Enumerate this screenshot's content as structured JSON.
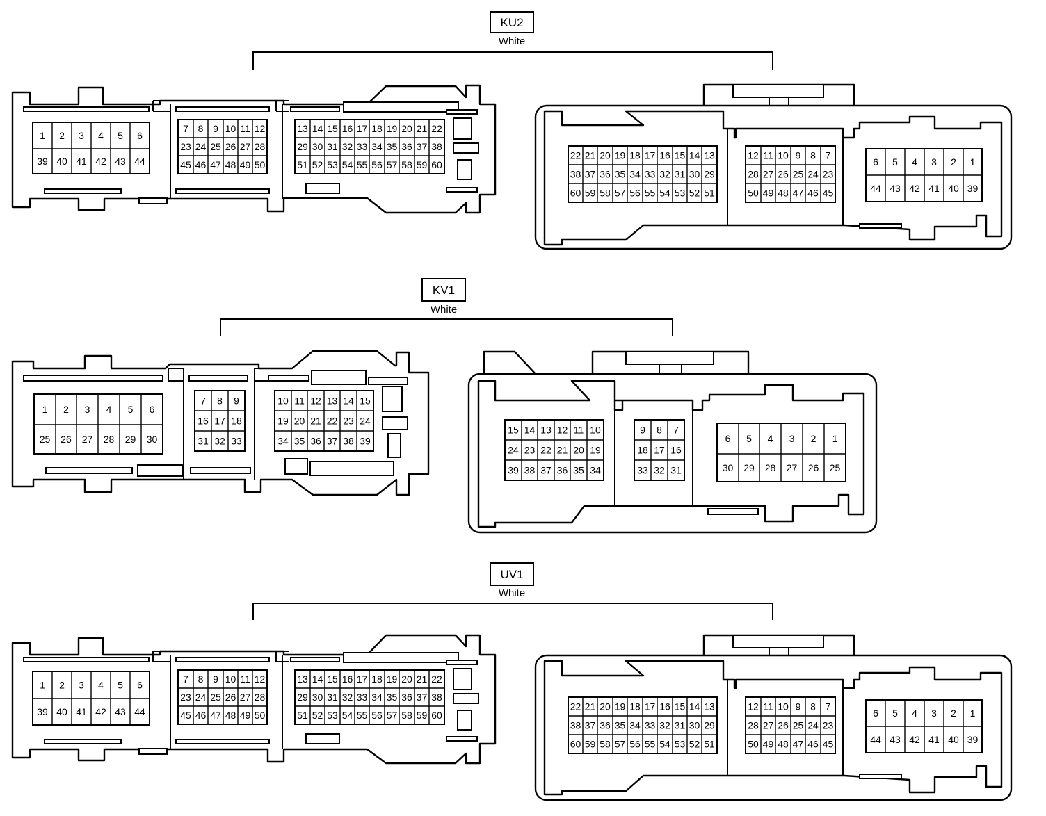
{
  "connectors": [
    {
      "name": "KU2",
      "color_label": "White",
      "male": [
        [
          "1",
          "2",
          "3",
          "4",
          "5",
          "6"
        ],
        [
          "39",
          "40",
          "41",
          "42",
          "43",
          "44"
        ],
        [
          "7",
          "8",
          "9",
          "10",
          "11",
          "12"
        ],
        [
          "23",
          "24",
          "25",
          "26",
          "27",
          "28"
        ],
        [
          "45",
          "46",
          "47",
          "48",
          "49",
          "50"
        ],
        [
          "13",
          "14",
          "15",
          "16",
          "17",
          "18",
          "19",
          "20",
          "21",
          "22"
        ],
        [
          "29",
          "30",
          "31",
          "32",
          "33",
          "34",
          "35",
          "36",
          "37",
          "38"
        ],
        [
          "51",
          "52",
          "53",
          "54",
          "55",
          "56",
          "57",
          "58",
          "59",
          "60"
        ]
      ],
      "female": [
        [
          "22",
          "21",
          "20",
          "19",
          "18",
          "17",
          "16",
          "15",
          "14",
          "13"
        ],
        [
          "38",
          "37",
          "36",
          "35",
          "34",
          "33",
          "32",
          "31",
          "30",
          "29"
        ],
        [
          "60",
          "59",
          "58",
          "57",
          "56",
          "55",
          "54",
          "53",
          "52",
          "51"
        ],
        [
          "12",
          "11",
          "10",
          "9",
          "8",
          "7"
        ],
        [
          "28",
          "27",
          "26",
          "25",
          "24",
          "23"
        ],
        [
          "50",
          "49",
          "48",
          "47",
          "46",
          "45"
        ],
        [
          "6",
          "5",
          "4",
          "3",
          "2",
          "1"
        ],
        [
          "44",
          "43",
          "42",
          "41",
          "40",
          "39"
        ]
      ]
    },
    {
      "name": "KV1",
      "color_label": "White",
      "male": [
        [
          "1",
          "2",
          "3",
          "4",
          "5",
          "6"
        ],
        [
          "25",
          "26",
          "27",
          "28",
          "29",
          "30"
        ],
        [
          "7",
          "8",
          "9"
        ],
        [
          "16",
          "17",
          "18"
        ],
        [
          "31",
          "32",
          "33"
        ],
        [
          "10",
          "11",
          "12",
          "13",
          "14",
          "15"
        ],
        [
          "19",
          "20",
          "21",
          "22",
          "23",
          "24"
        ],
        [
          "34",
          "35",
          "36",
          "37",
          "38",
          "39"
        ]
      ],
      "female": [
        [
          "15",
          "14",
          "13",
          "12",
          "11",
          "10"
        ],
        [
          "24",
          "23",
          "22",
          "21",
          "20",
          "19"
        ],
        [
          "39",
          "38",
          "37",
          "36",
          "35",
          "34"
        ],
        [
          "9",
          "8",
          "7"
        ],
        [
          "18",
          "17",
          "16"
        ],
        [
          "33",
          "32",
          "31"
        ],
        [
          "6",
          "5",
          "4",
          "3",
          "2",
          "1"
        ],
        [
          "30",
          "29",
          "28",
          "27",
          "26",
          "25"
        ]
      ]
    },
    {
      "name": "UV1",
      "color_label": "White",
      "male": [
        [
          "1",
          "2",
          "3",
          "4",
          "5",
          "6"
        ],
        [
          "39",
          "40",
          "41",
          "42",
          "43",
          "44"
        ],
        [
          "7",
          "8",
          "9",
          "10",
          "11",
          "12"
        ],
        [
          "23",
          "24",
          "25",
          "26",
          "27",
          "28"
        ],
        [
          "45",
          "46",
          "47",
          "48",
          "49",
          "50"
        ],
        [
          "13",
          "14",
          "15",
          "16",
          "17",
          "18",
          "19",
          "20",
          "21",
          "22"
        ],
        [
          "29",
          "30",
          "31",
          "32",
          "33",
          "34",
          "35",
          "36",
          "37",
          "38"
        ],
        [
          "51",
          "52",
          "53",
          "54",
          "55",
          "56",
          "57",
          "58",
          "59",
          "60"
        ]
      ],
      "female": [
        [
          "22",
          "21",
          "20",
          "19",
          "18",
          "17",
          "16",
          "15",
          "14",
          "13"
        ],
        [
          "38",
          "37",
          "36",
          "35",
          "34",
          "33",
          "32",
          "31",
          "30",
          "29"
        ],
        [
          "60",
          "59",
          "58",
          "57",
          "56",
          "55",
          "54",
          "53",
          "52",
          "51"
        ],
        [
          "12",
          "11",
          "10",
          "9",
          "8",
          "7"
        ],
        [
          "28",
          "27",
          "26",
          "25",
          "24",
          "23"
        ],
        [
          "50",
          "49",
          "48",
          "47",
          "46",
          "45"
        ],
        [
          "6",
          "5",
          "4",
          "3",
          "2",
          "1"
        ],
        [
          "44",
          "43",
          "42",
          "41",
          "40",
          "39"
        ]
      ]
    }
  ]
}
